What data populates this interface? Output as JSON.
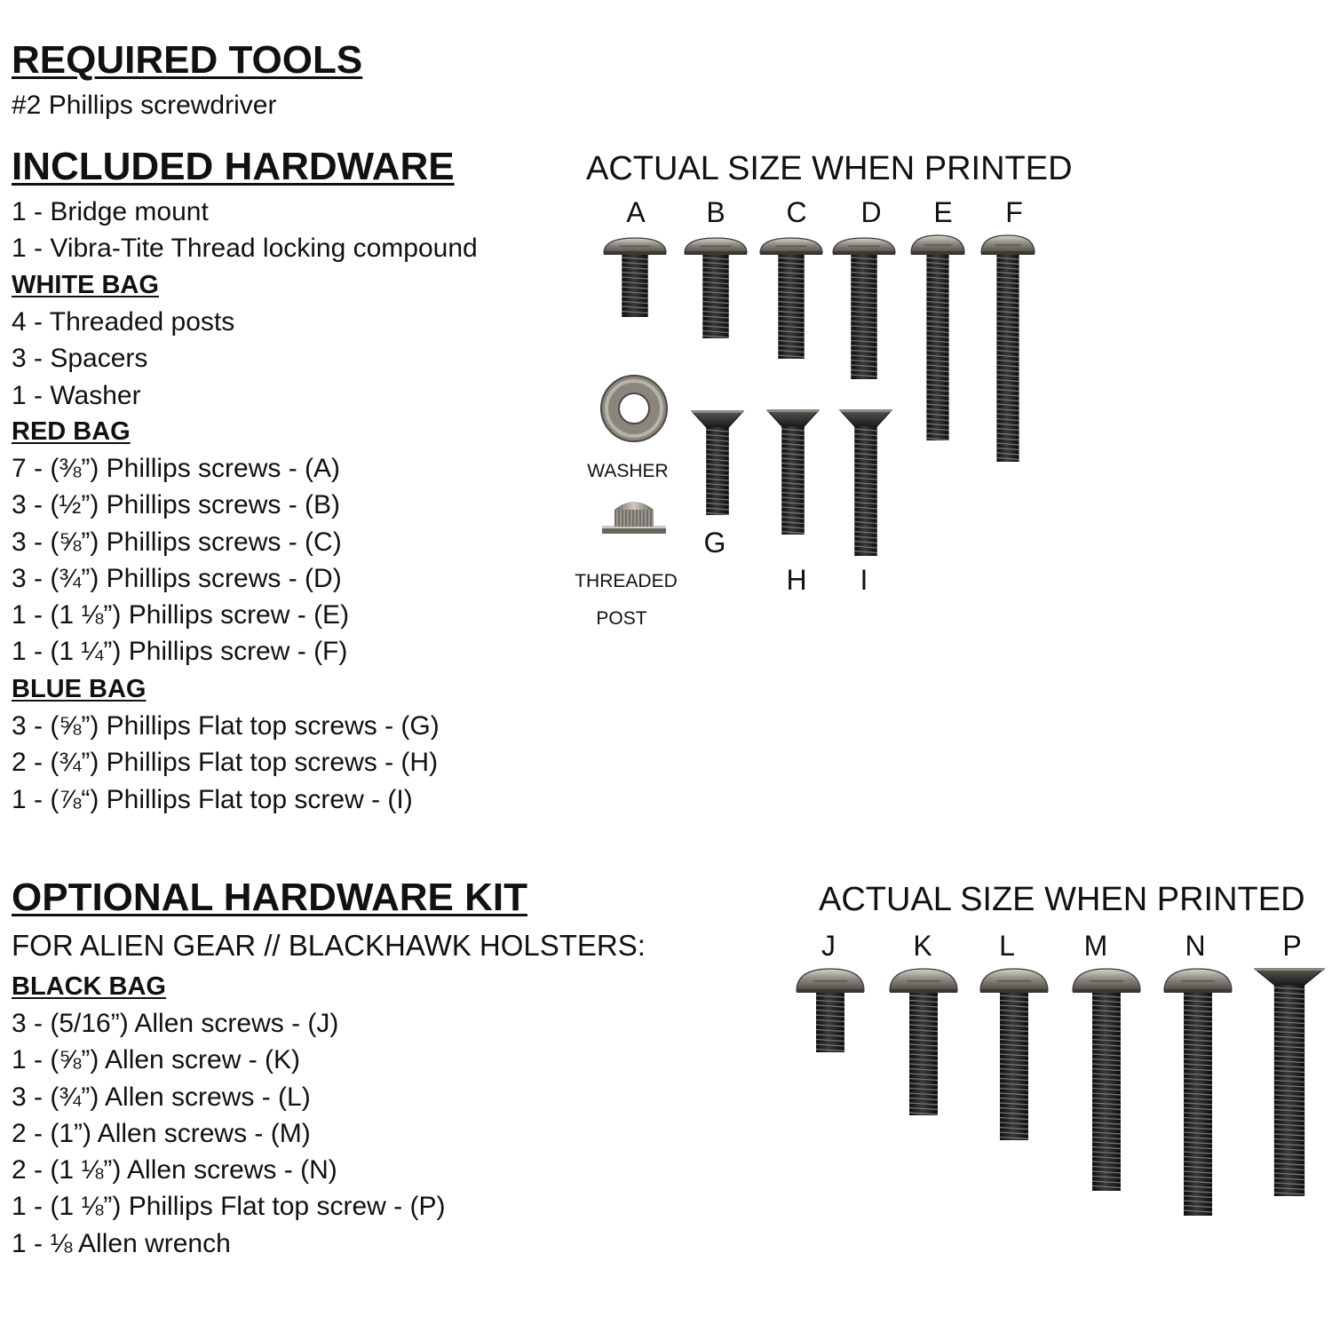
{
  "required_tools": {
    "heading": "REQUIRED TOOLS",
    "items": [
      "#2 Phillips screwdriver"
    ]
  },
  "included_hardware": {
    "heading": "INCLUDED HARDWARE",
    "items": [
      "1 - Bridge mount",
      "1 - Vibra-Tite Thread locking compound"
    ],
    "white_bag": {
      "heading": "WHITE BAG",
      "items": [
        "4 - Threaded posts",
        "3 - Spacers",
        "1 - Washer"
      ]
    },
    "red_bag": {
      "heading": "RED BAG",
      "items": [
        "7 - (⅜”) Phillips screws - (A)",
        "3 - (½”) Phillips screws - (B)",
        "3 - (⅝”) Phillips screws - (C)",
        "3 - (¾”) Phillips screws - (D)",
        "1 - (1 ⅛”) Phillips screw - (E)",
        "1 - (1 ¼”) Phillips screw - (F)"
      ]
    },
    "blue_bag": {
      "heading": "BLUE BAG",
      "items": [
        "3 - (⅝”) Phillips Flat top screws - (G)",
        "2 - (¾”) Phillips Flat top screws - (H)",
        "1 - (⅞“) Phillips Flat top screw - (I)"
      ]
    }
  },
  "optional_hardware": {
    "heading": "OPTIONAL HARDWARE KIT",
    "subtitle": "FOR ALIEN GEAR // BLACKHAWK HOLSTERS:",
    "black_bag": {
      "heading": "BLACK BAG",
      "items": [
        "3 - (5/16”) Allen screws - (J)",
        "1 - (⅝”) Allen screw - (K)",
        "3 - (¾”) Allen screws - (L)",
        "2 - (1”) Allen screws - (M)",
        "2 - (1 ⅛”) Allen screws - (N)",
        "1 - (1 ⅛”) Phillips Flat top screw - (P)",
        "1 - ⅛ Allen wrench"
      ]
    }
  },
  "diagram_top": {
    "caption": "ACTUAL SIZE WHEN PRINTED",
    "pan_screws": [
      "A",
      "B",
      "C",
      "D",
      "E",
      "F"
    ],
    "flat_screws": [
      "G",
      "H",
      "I"
    ],
    "washer_label": "WASHER",
    "post_label_1": "THREADED",
    "post_label_2": "POST"
  },
  "diagram_bottom": {
    "caption": "ACTUAL SIZE WHEN PRINTED",
    "screws": [
      "J",
      "K",
      "L",
      "M",
      "N",
      "P"
    ]
  },
  "colors": {
    "text": "#111111",
    "screw_body": "#1a1a1a",
    "head_light": "#d8d4cc",
    "head_dark": "#4a4742"
  }
}
